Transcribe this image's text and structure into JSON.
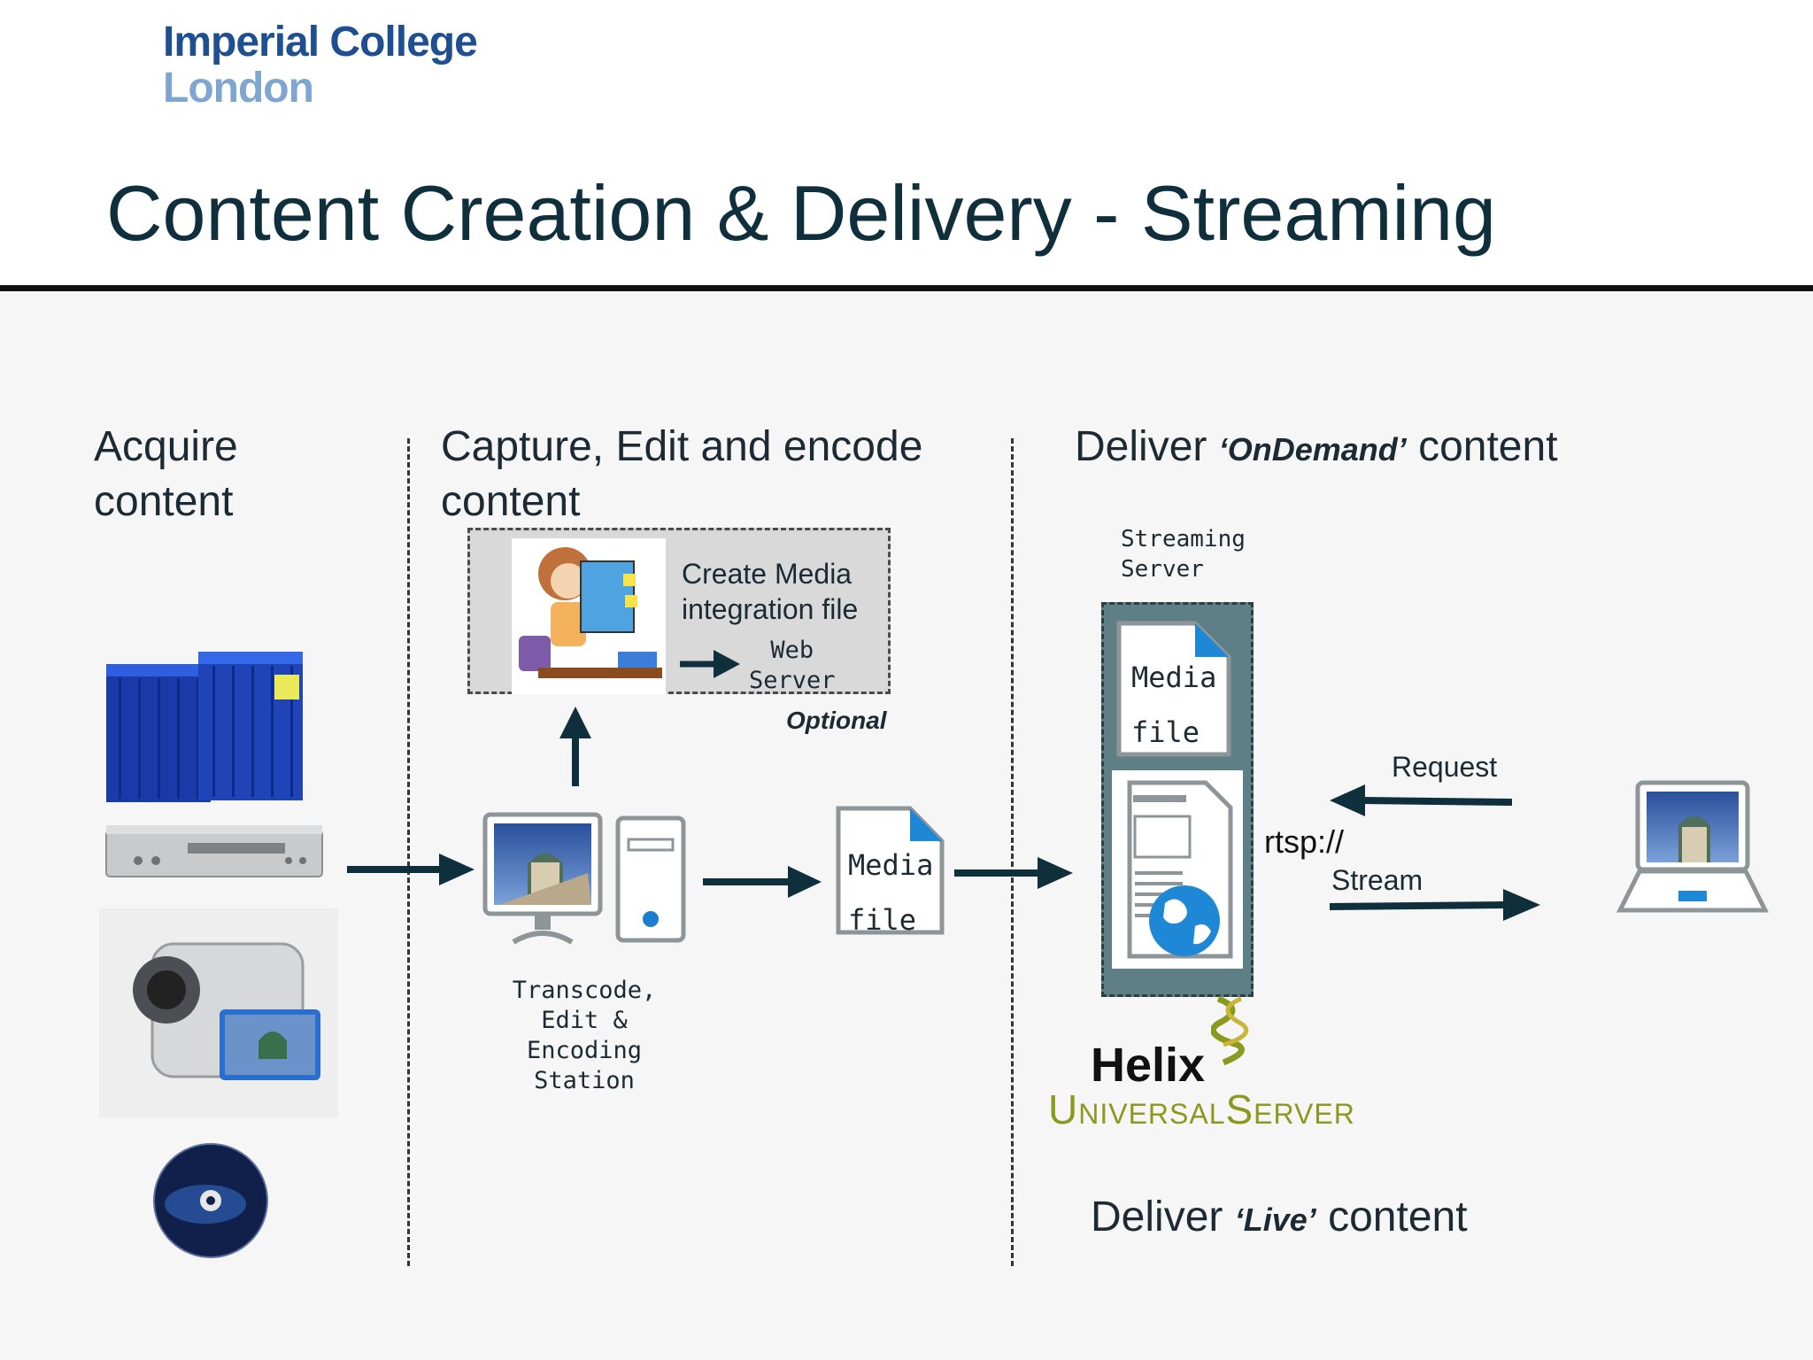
{
  "logo": {
    "line1": "Imperial College",
    "line2": "London"
  },
  "title": "Content Creation & Delivery - Streaming",
  "columns": {
    "acquire": {
      "line1": "Acquire",
      "line2": "content"
    },
    "capture": {
      "line1": "Capture, Edit and encode",
      "line2": "content"
    },
    "deliver": {
      "prefix": "Deliver ",
      "emph": "‘OnDemand’",
      "suffix": " content"
    }
  },
  "optional_box": {
    "line1": "Create Media",
    "line2": "integration file",
    "web1": "Web",
    "web2": "Server",
    "optional": "Optional"
  },
  "station": {
    "line1": "Transcode, Edit &",
    "line2": "Encoding Station"
  },
  "media_file": {
    "line1": "Media",
    "line2": "file"
  },
  "streaming_server": {
    "line1": "Streaming",
    "line2": "Server"
  },
  "server_media_file": {
    "line1": "Media",
    "line2": "file"
  },
  "protocol": {
    "request": "Request",
    "rtsp": "rtsp://",
    "stream": "Stream"
  },
  "helix": {
    "brand": "Helix",
    "product": "UniversalServer"
  },
  "live": {
    "prefix": "Deliver ",
    "emph": "‘Live’",
    "suffix": " content"
  },
  "colors": {
    "arrow": "#0f2f3c",
    "title": "#0f2f3c",
    "logo": "#1d4f91",
    "helix_green": "#8a9a1e",
    "server_box": "#5f7f86"
  }
}
